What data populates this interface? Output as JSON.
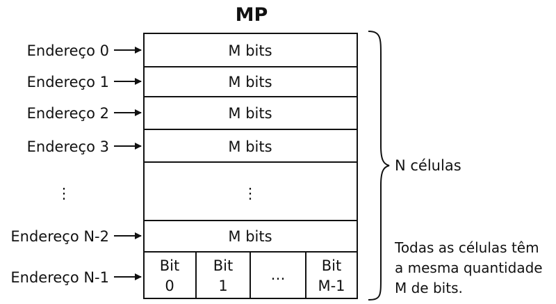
{
  "title": "MP",
  "rows": [
    {
      "address": "Endereço 0",
      "cell": "M bits"
    },
    {
      "address": "Endereço 1",
      "cell": "M bits"
    },
    {
      "address": "Endereço 2",
      "cell": "M bits"
    },
    {
      "address": "Endereço 3",
      "cell": "M bits"
    },
    {
      "address": "⋮",
      "cell": "⋮"
    },
    {
      "address": "Endereço N-2",
      "cell": "M bits"
    }
  ],
  "last_row": {
    "address": "Endereço N-1",
    "bits": [
      {
        "line1": "Bit",
        "line2": "0"
      },
      {
        "line1": "Bit",
        "line2": "1"
      },
      {
        "line1": "…",
        "line2": ""
      },
      {
        "line1": "Bit",
        "line2": "M-1"
      }
    ]
  },
  "brace_label": "N células",
  "note_lines": [
    "Todas as células têm",
    "a mesma quantidade",
    "M de bits."
  ]
}
